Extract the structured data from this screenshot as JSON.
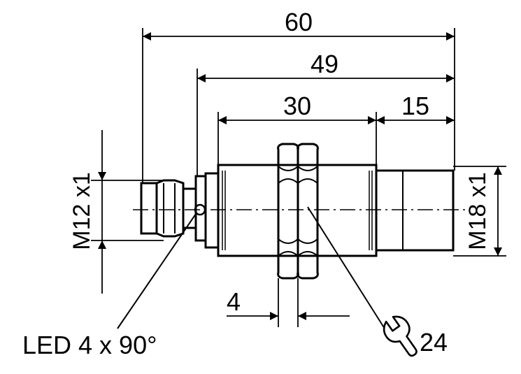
{
  "dimensions": {
    "overall_length": "60",
    "thread_length": "49",
    "body_to_nut": "30",
    "sensing_front": "15",
    "nut_thickness": "4"
  },
  "threads": {
    "connector": "M12 x1",
    "body": "M18 x1"
  },
  "annotations": {
    "led": "LED 4 x 90°",
    "wrench_size": "24"
  },
  "icons": {
    "wrench": "wrench-icon"
  }
}
